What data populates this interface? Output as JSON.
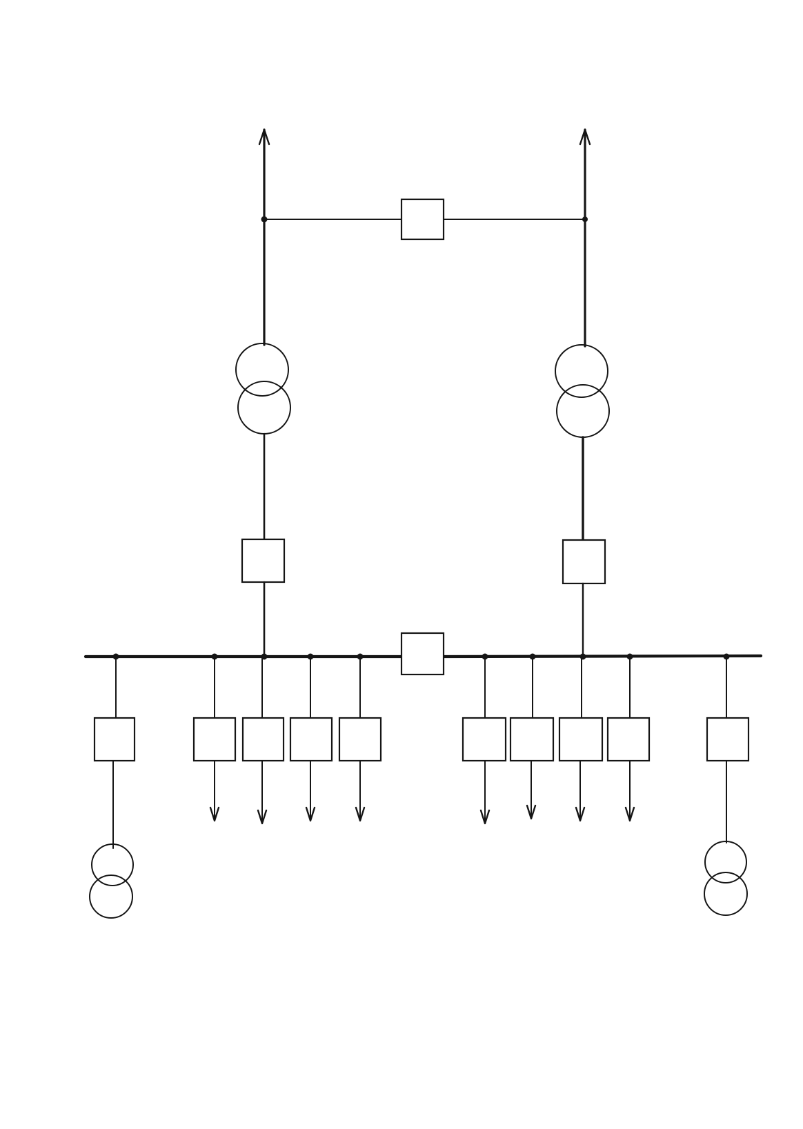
{
  "diagram": {
    "type": "single-line electrical substation scheme",
    "colors": {
      "ink": "#151515",
      "paper": "#ffffff"
    },
    "symbols": {
      "incoming_lines": 2,
      "line_tie_breakers": 1,
      "main_transformers": 2,
      "transformer_breakers": 2,
      "bus_sections": 2,
      "bus_section_breakers": 1,
      "feeder_breakers": 8,
      "auxiliary_transformer_breakers": 2,
      "auxiliary_transformers": 2
    }
  }
}
